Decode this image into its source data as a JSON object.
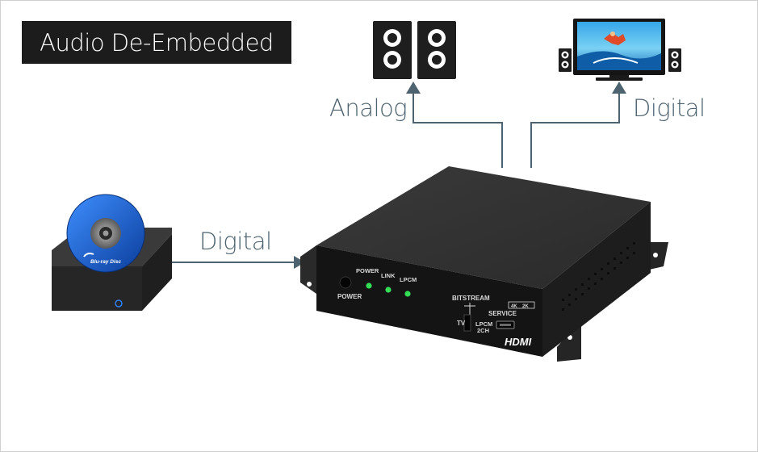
{
  "title": "Audio De-Embedded",
  "labels": {
    "analog": "Analog",
    "digital_tv": "Digital",
    "digital_in": "Digital"
  },
  "device": {
    "power_button": "POWER",
    "led_power": "POWER",
    "led_link": "LINK",
    "led_lpcm": "LPCM",
    "bitstream": "BITSTREAM",
    "tv": "TV",
    "lpcm_line1": "LPCM",
    "lpcm_line2": "2CH",
    "service": "SERVICE",
    "badge_4k": "4K",
    "badge_2k": "2K",
    "hdmi_logo": "HDMI"
  },
  "source": {
    "disc_logo": "Blu-ray Disc"
  },
  "colors": {
    "arrow": "#4d6470",
    "led": "#33dd55",
    "disc": "#1a5fc6"
  },
  "icons": [
    "speakers-icon",
    "tv-with-speakers-icon",
    "bluray-player-icon",
    "extractor-device-icon"
  ]
}
